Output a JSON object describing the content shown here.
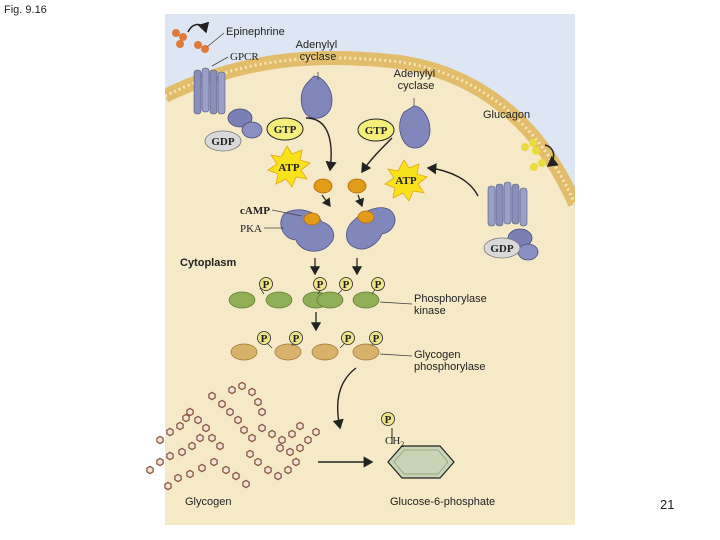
{
  "slide": {
    "figure_label": "Fig. 9.16",
    "slide_number": "21"
  },
  "labels": {
    "epinephrine": "Epinephrine",
    "gpcr": "GPCR",
    "adenylyl_cyclase_1": "Adenylyl\ncyclase",
    "adenylyl_cyclase_2": "Adenylyl\ncyclase",
    "glucagon": "Glucagon",
    "gdp_left": "GDP",
    "gdp_right": "GDP",
    "gtp_left": "GTP",
    "gtp_right": "GTP",
    "atp_left": "ATP",
    "atp_right": "ATP",
    "camp": "cAMP",
    "pka": "PKA",
    "cytoplasm": "Cytoplasm",
    "phosphorylase_kinase": "Phosphorylase\nkinase",
    "glycogen_phosphorylase": "Glycogen\nphosphorylase",
    "glycogen": "Glycogen",
    "glucose_6_phosphate": "Glucose-6-phosphate",
    "ch2": "CH",
    "ch2_subscript": "2",
    "phosphate_symbol": "P"
  },
  "colors": {
    "outside": "#dde6f2",
    "cytoplasm": "#f6e9c8",
    "membrane": "#e2bd6c",
    "receptor": "#8a8fb8",
    "enzyme": "#8186bb",
    "gtp_fill": "#f5ee7a",
    "atp_burst": "#f7e21c",
    "camp": "#e39b1a",
    "kinase": "#8fae55",
    "phosphorylase": "#d8b26a",
    "phosphate": "#efe48c",
    "glycogen": "#8a5a44",
    "glucose": "#c9d4b6"
  }
}
